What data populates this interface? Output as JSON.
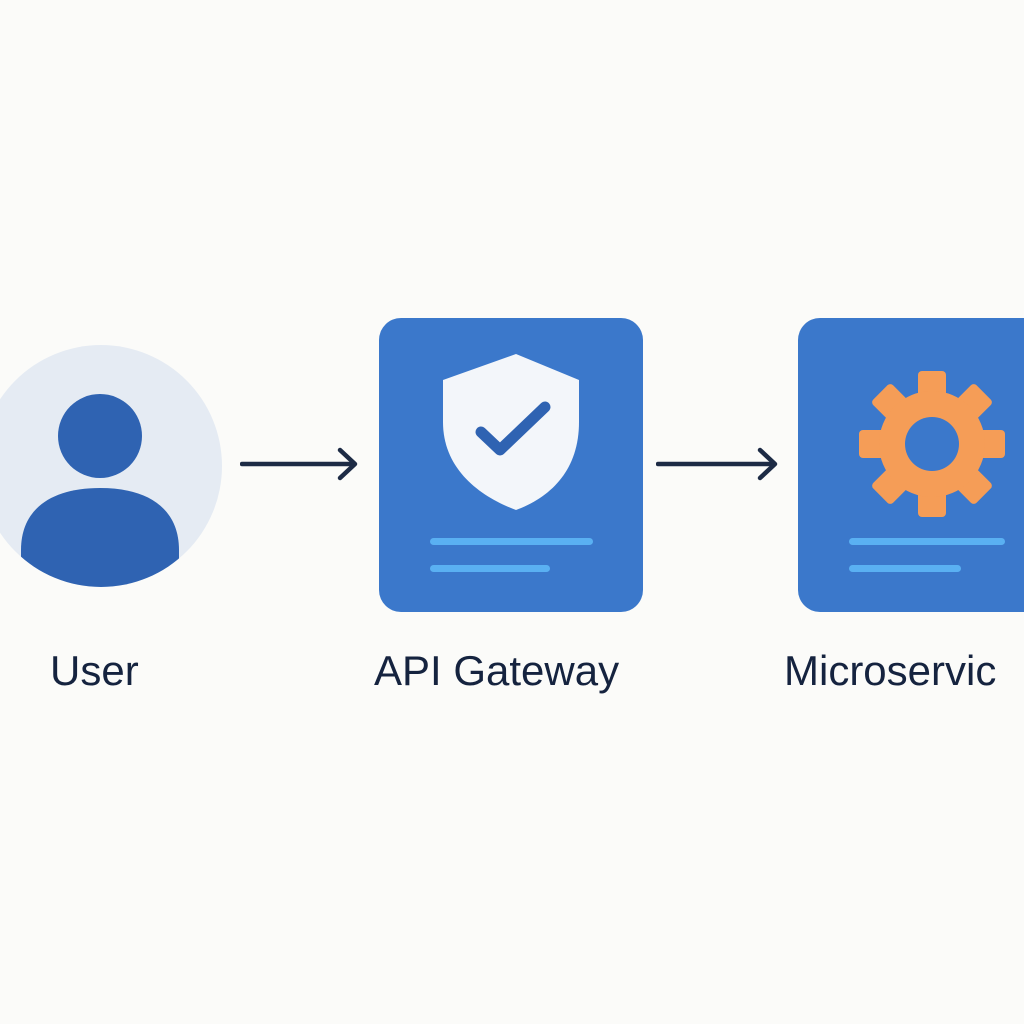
{
  "nodes": {
    "user": {
      "label": "User",
      "icon": "user-avatar-icon"
    },
    "gateway": {
      "label": "API Gateway",
      "icon": "shield-check-icon"
    },
    "microservice": {
      "label": "Microservic",
      "icon": "gear-icon"
    }
  },
  "colors": {
    "background": "#fbfbf9",
    "avatar_bg": "#e5ebf3",
    "avatar_fg": "#2f63b2",
    "card_bg": "#3b78cb",
    "card_line": "#5ab0f2",
    "shield": "#f3f6fa",
    "check": "#2f63b2",
    "gear": "#f59d57",
    "arrow": "#1d2b45",
    "text": "#15233f"
  }
}
